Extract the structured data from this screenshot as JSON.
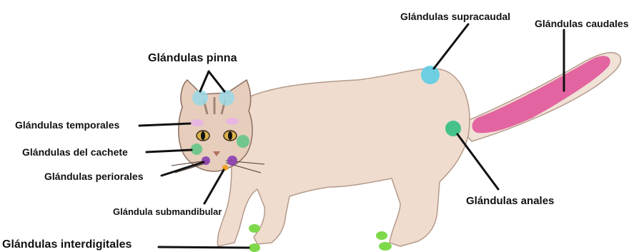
{
  "diagram": {
    "labels": {
      "pinna": "Glándulas pinna",
      "temporales": "Glándulas temporales",
      "cachete": "Glándulas del cachete",
      "periorales": "Glándulas periorales",
      "submandibular": "Glándula submandibular",
      "interdigitales": "Glándulas interdigitales",
      "supracaudal": "Glándulas supracaudal",
      "caudales": "Glándulas caudales",
      "anales": "Glándulas anales"
    },
    "colors": {
      "pinna": "#9ad8e6",
      "temporales": "#e8b4e6",
      "cachete": "#5cc486",
      "periorales": "#8a3fb0",
      "submandibular": "#f0a020",
      "interdigitales": "#7ed94a",
      "supracaudal": "#5fcde4",
      "caudales": "#e0579a",
      "anales": "#3dbf86",
      "cat_body": "#efdccf",
      "cat_outline": "#b59a8a",
      "leader_line": "#111111"
    }
  }
}
